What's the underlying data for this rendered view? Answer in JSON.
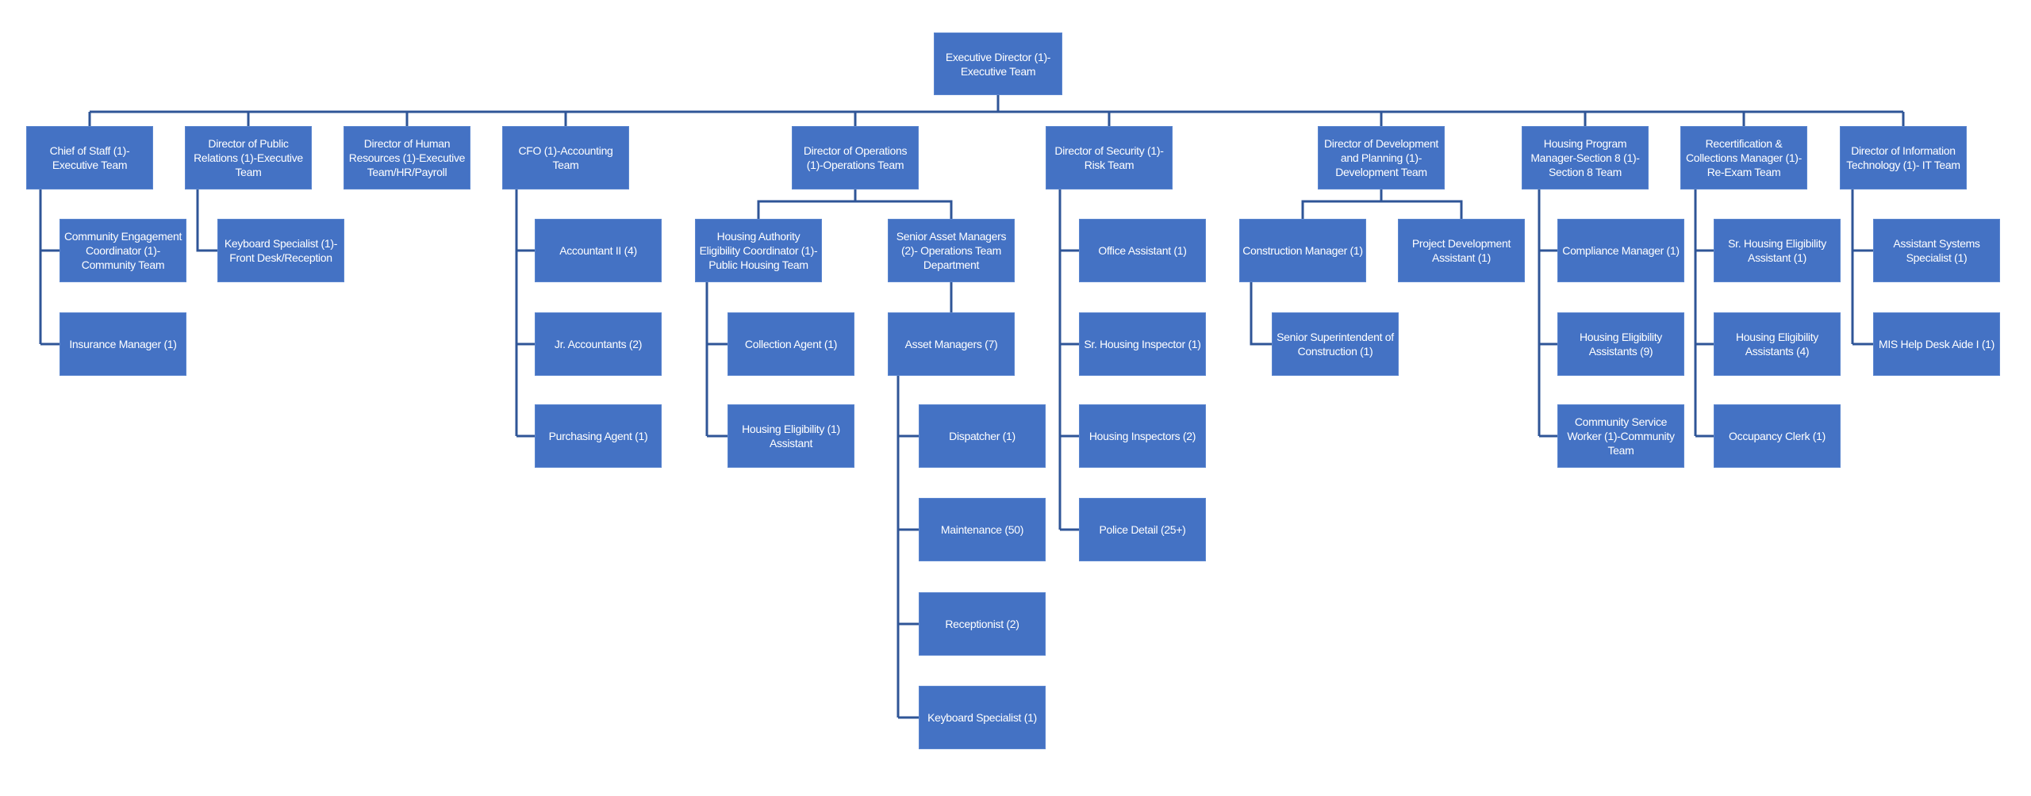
{
  "executive": "Executive Director (1)-Executive Team",
  "chief_of_staff": {
    "title": "Chief of Staff (1)-Executive Team",
    "reports": [
      "Community Engagement Coordinator (1)-Community Team",
      "Insurance Manager (1)"
    ]
  },
  "public_relations": {
    "title": "Director of Public Relations (1)-Executive Team",
    "reports": [
      "Keyboard Specialist (1)-Front Desk/Reception"
    ]
  },
  "human_resources": {
    "title": "Director of Human Resources (1)-Executive Team/HR/Payroll"
  },
  "cfo": {
    "title": "CFO (1)-Accounting Team",
    "reports": [
      "Accountant II (4)",
      "Jr. Accountants (2)",
      "Purchasing Agent (1)"
    ]
  },
  "operations": {
    "title": "Director of Operations (1)-Operations Team",
    "housing_authority": {
      "title": "Housing Authority Eligibility Coordinator (1)- Public Housing Team",
      "reports": [
        "Collection Agent (1)",
        "Housing Eligibility (1) Assistant"
      ]
    },
    "senior_asset_managers": {
      "title": "Senior Asset Managers (2)- Operations Team Department",
      "asset_managers": {
        "title": "Asset Managers (7)",
        "reports": [
          "Dispatcher (1)",
          "Maintenance (50)",
          "Receptionist (2)",
          "Keyboard Specialist (1)"
        ]
      }
    }
  },
  "security": {
    "title": "Director of Security (1)-Risk Team",
    "reports": [
      "Office Assistant (1)",
      "Sr. Housing Inspector (1)",
      "Housing Inspectors (2)",
      "Police Detail (25+)"
    ]
  },
  "development": {
    "title": "Director of Development and Planning (1)-Development Team",
    "construction_manager": {
      "title": "Construction Manager (1)",
      "reports": [
        "Senior Superintendent of Construction (1)"
      ]
    },
    "project_development": "Project Development Assistant (1)"
  },
  "housing_program": {
    "title": "Housing Program Manager-Section 8 (1)-Section 8 Team",
    "reports": [
      "Compliance Manager (1)",
      "Housing Eligibility Assistants (9)",
      "Community Service Worker (1)-Community Team"
    ]
  },
  "recertification": {
    "title": "Recertification & Collections Manager (1)-Re-Exam Team",
    "reports": [
      "Sr. Housing Eligibility Assistant (1)",
      "Housing Eligibility Assistants (4)",
      "Occupancy Clerk (1)"
    ]
  },
  "it": {
    "title": "Director of Information Technology (1)- IT Team",
    "reports": [
      "Assistant Systems Specialist (1)",
      "MIS Help Desk Aide I (1)"
    ]
  },
  "colors": {
    "box": "#4472C4",
    "line": "#2F5597",
    "text": "#FFFFFF"
  }
}
